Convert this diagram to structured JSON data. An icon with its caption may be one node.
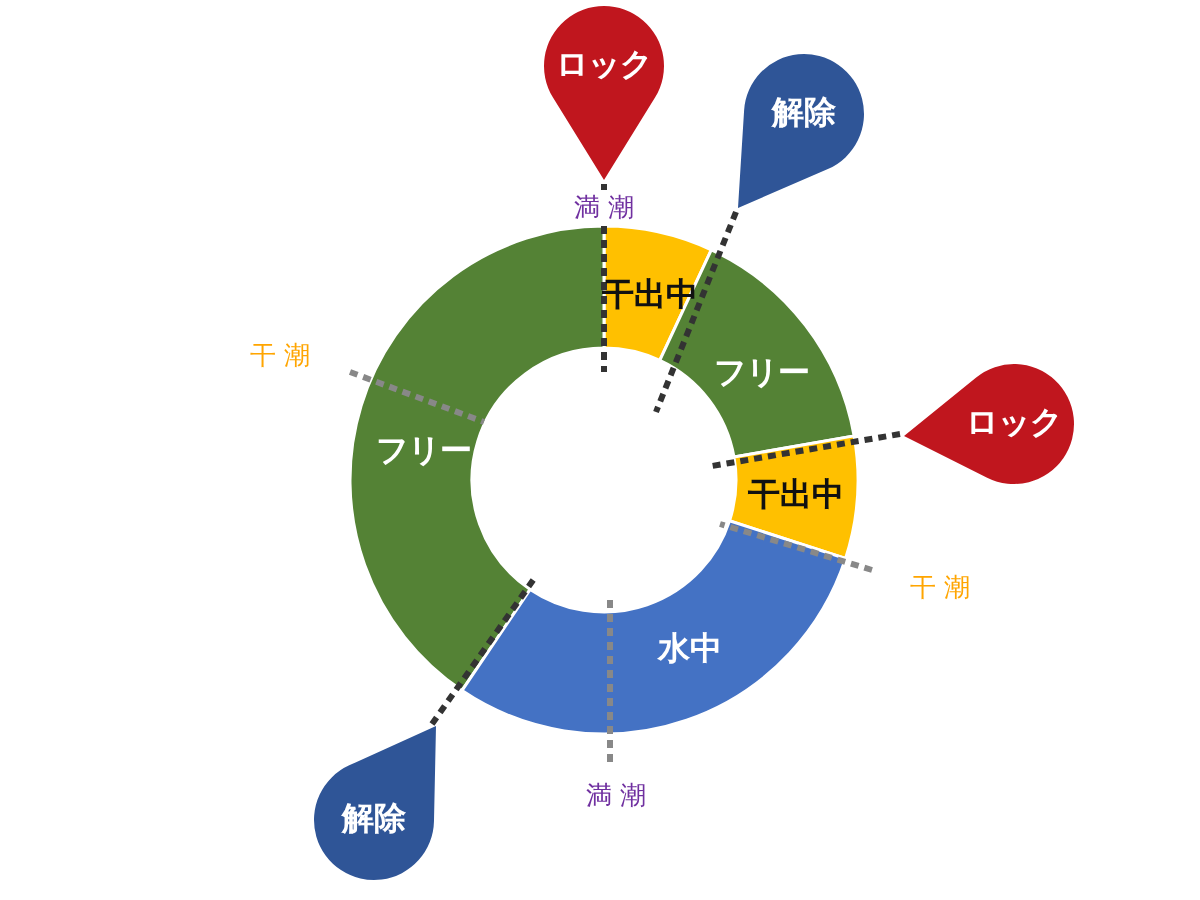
{
  "diagram": {
    "nodes": [
      {
        "text": [
          "ロック"
        ]
      },
      {
        "text": [
          "解除"
        ]
      },
      {
        "text": [
          "干出中"
        ]
      },
      {
        "text": [
          "フリー"
        ]
      },
      {
        "text": [
          "フリー"
        ]
      },
      {
        "text": [
          "ロック"
        ]
      },
      {
        "text": [
          "干出中"
        ]
      },
      {
        "text": [
          "水中"
        ]
      },
      {
        "text": [
          "解除"
        ]
      }
    ],
    "labels": [
      "満 潮",
      "干 潮",
      "干 潮",
      "満 潮"
    ]
  }
}
